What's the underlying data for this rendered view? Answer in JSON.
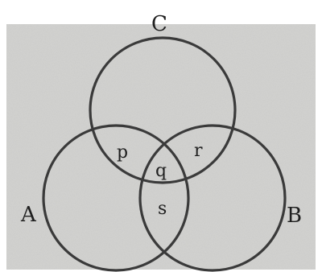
{
  "diagram": {
    "background_color": "#d4d4d2",
    "stroke_color": "#3a3a3a",
    "text_color": "#1f1f1f",
    "sets": [
      {
        "key": "C",
        "label": "C"
      },
      {
        "key": "A",
        "label": "A"
      },
      {
        "key": "B",
        "label": "B"
      }
    ],
    "regions": [
      {
        "key": "p",
        "label": "p",
        "belongs_to": [
          "A",
          "C"
        ]
      },
      {
        "key": "r",
        "label": "r",
        "belongs_to": [
          "B",
          "C"
        ]
      },
      {
        "key": "q",
        "label": "q",
        "belongs_to": [
          "A",
          "B",
          "C"
        ]
      },
      {
        "key": "s",
        "label": "s",
        "belongs_to": [
          "A",
          "B"
        ]
      }
    ]
  }
}
